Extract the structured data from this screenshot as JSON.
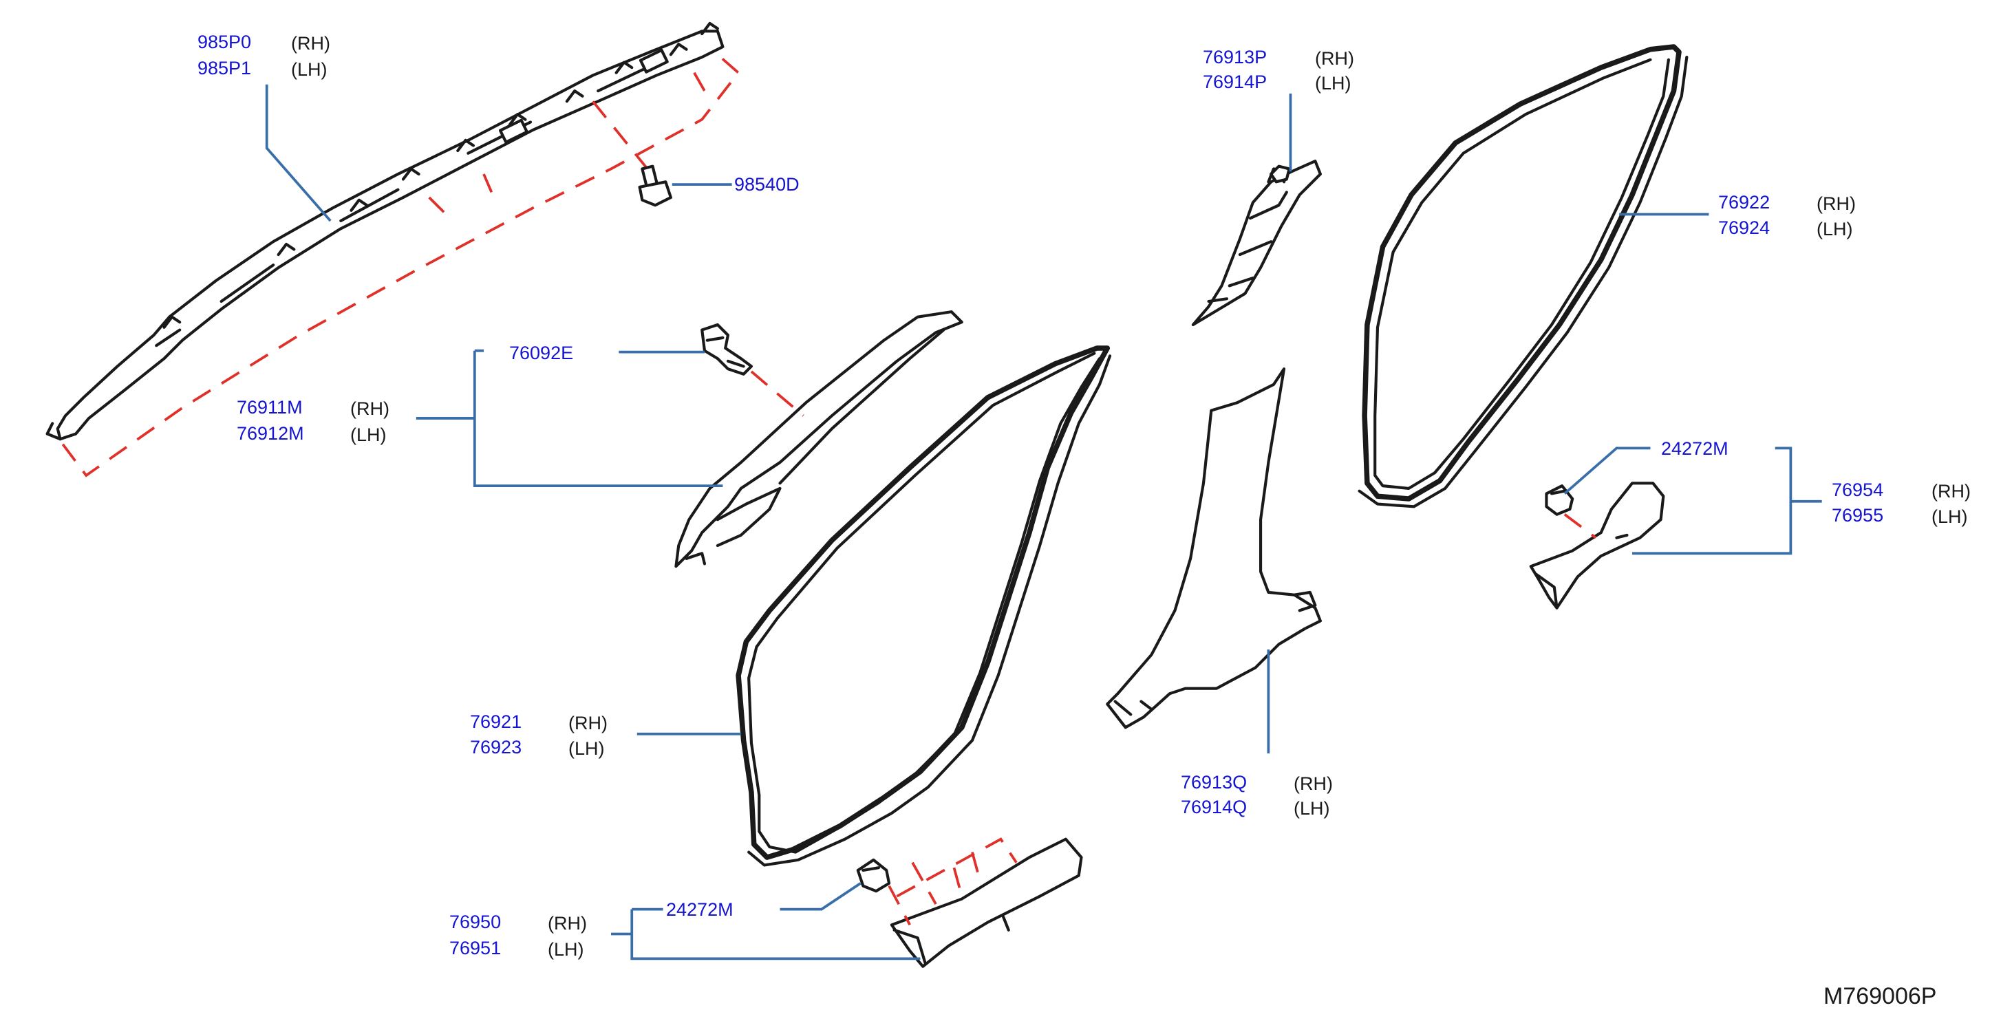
{
  "colors": {
    "part_number": "#1414d2",
    "side_text": "#1a1a1a",
    "leader_line": "#3a6ea8",
    "dashed_line": "#e0302a",
    "outline": "#1a1a1a"
  },
  "callouts": {
    "curtain_airbag": {
      "rh": "985P0",
      "rh_side": "(RH)",
      "lh": "985P1",
      "lh_side": "(LH)"
    },
    "airbag_bolt": {
      "part": "98540D"
    },
    "front_pillar_clip": {
      "part": "76092E"
    },
    "front_pillar": {
      "rh": "76911M",
      "rh_side": "(RH)",
      "lh": "76912M",
      "lh_side": "(LH)"
    },
    "center_pillar_upper": {
      "rh": "76913P",
      "rh_side": "(RH)",
      "lh": "76914P",
      "lh_side": "(LH)"
    },
    "rear_door_welt": {
      "rh": "76922",
      "rh_side": "(RH)",
      "lh": "76924",
      "lh_side": "(LH)"
    },
    "rear_clip": {
      "part": "24272M"
    },
    "rear_kicking_plate": {
      "rh": "76954",
      "rh_side": "(RH)",
      "lh": "76955",
      "lh_side": "(LH)"
    },
    "front_door_welt": {
      "rh": "76921",
      "rh_side": "(RH)",
      "lh": "76923",
      "lh_side": "(LH)"
    },
    "center_pillar_lower": {
      "rh": "76913Q",
      "rh_side": "(RH)",
      "lh": "76914Q",
      "lh_side": "(LH)"
    },
    "front_clip": {
      "part": "24272M"
    },
    "front_kicking_plate": {
      "rh": "76950",
      "rh_side": "(RH)",
      "lh": "76951",
      "lh_side": "(LH)"
    }
  },
  "diagram_code": "M769006P"
}
